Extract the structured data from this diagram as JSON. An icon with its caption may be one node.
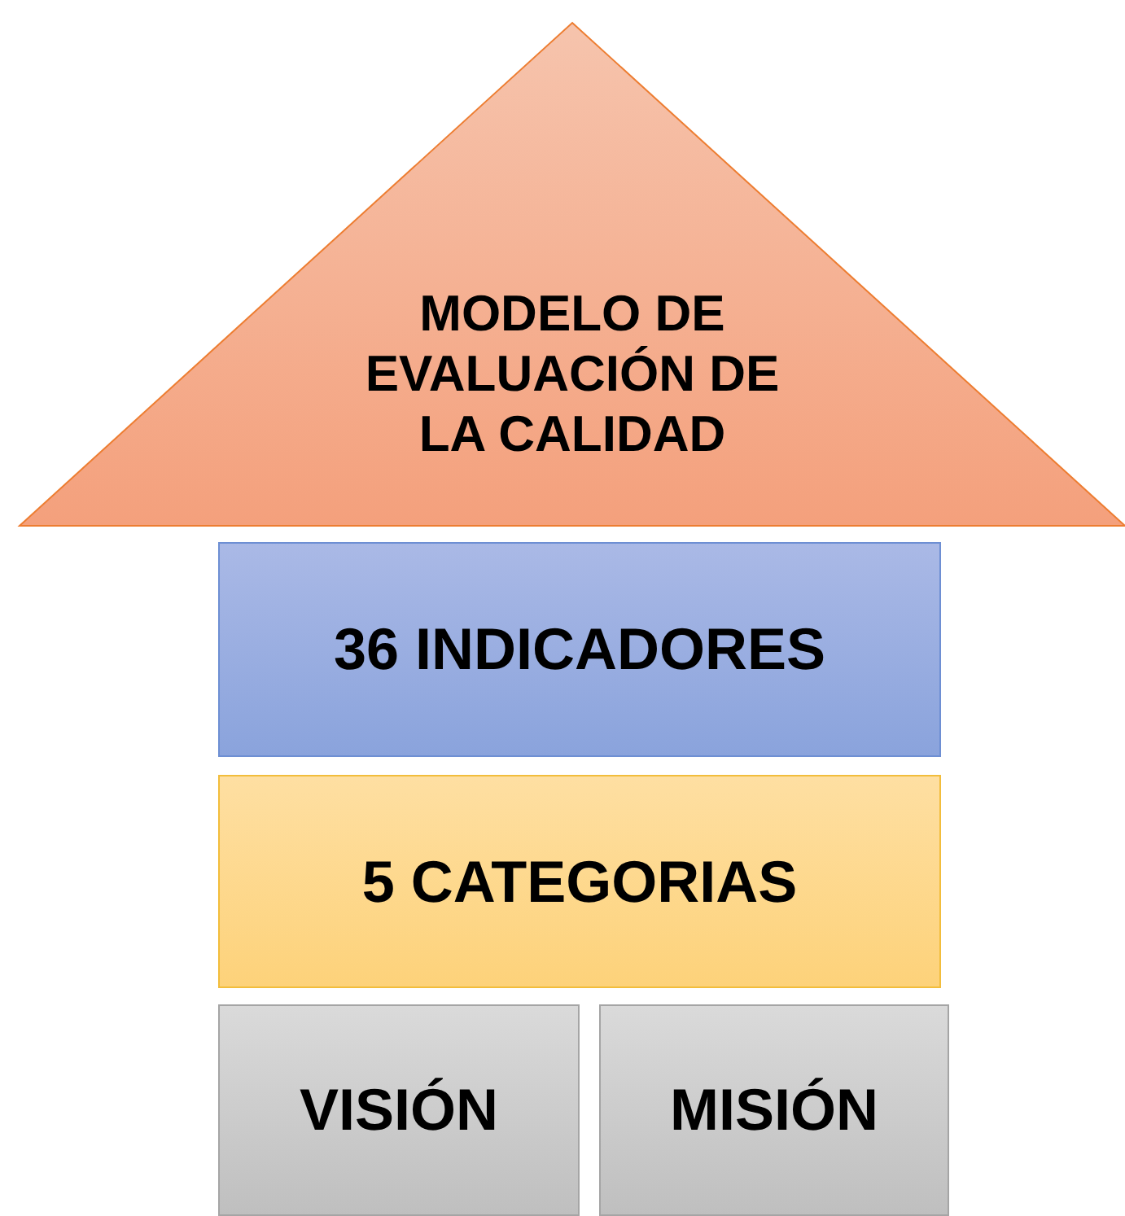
{
  "diagram": {
    "nodes": [
      {
        "text": [
          "MODELO DE EVALUACIÓN DE LA CALIDAD"
        ]
      },
      {
        "text": [
          "36 INDICADORES"
        ]
      },
      {
        "text": [
          "5 CATEGORIAS"
        ]
      },
      {
        "text": [
          "VISIÓN"
        ]
      },
      {
        "text": [
          "MISIÓN"
        ]
      }
    ]
  }
}
